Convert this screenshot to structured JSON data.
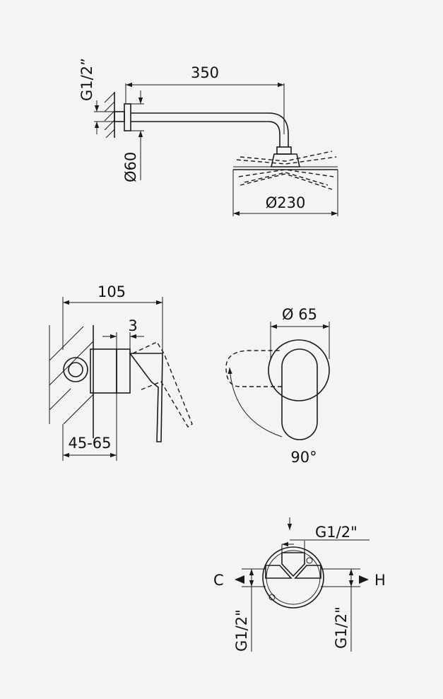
{
  "shower_arm_view": {
    "arm_length": "350",
    "thread_size": "G1/2”",
    "flange_diameter": "Ø60",
    "head_diameter": "Ø230"
  },
  "mixer_side_view": {
    "total_depth": "105",
    "plate_thickness": "3",
    "installation_depth": "45-65"
  },
  "mixer_front_view": {
    "plate_diameter": "Ø 65",
    "rotation_angle": "90°"
  },
  "connection_view": {
    "top_thread": "G1/2\"",
    "cold_marker": "C",
    "hot_marker": "H",
    "left_thread": "G1/2\"",
    "right_thread": "G1/2\""
  }
}
